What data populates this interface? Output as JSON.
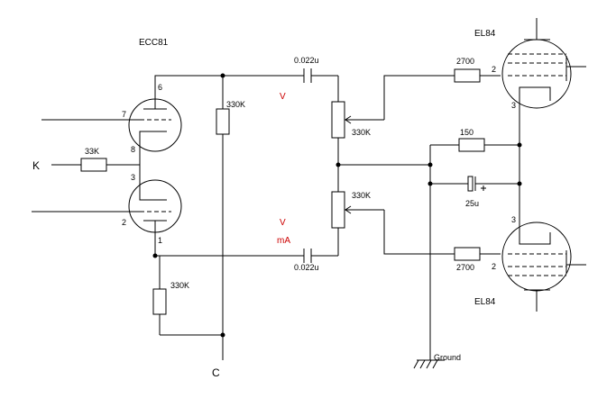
{
  "tubes": {
    "ecc81": "ECC81",
    "el84_top": "EL84",
    "el84_bottom": "EL84"
  },
  "terminals": {
    "k": "K",
    "c": "C",
    "ground": "Ground"
  },
  "components": {
    "r_33k": "33K",
    "r_330k_top": "330K",
    "r_330k_bottom": "330K",
    "pot_top": "330K",
    "pot_bottom": "330K",
    "c_top": "0.022u",
    "c_bottom": "0.022u",
    "r_2700_top": "2700",
    "r_2700_bottom": "2700",
    "r_150": "150",
    "c_25u": "25u"
  },
  "pins": {
    "p6": "6",
    "p7": "7",
    "p8": "8",
    "p3a": "3",
    "p2a": "2",
    "p1": "1",
    "p2b": "2",
    "p3b": "3",
    "p3c": "3",
    "p2c": "2"
  },
  "measurements": {
    "v_top": "V",
    "v_bottom": "V",
    "ma": "mA"
  },
  "colors": {
    "measurement": "#cc0000",
    "line": "#000000"
  }
}
